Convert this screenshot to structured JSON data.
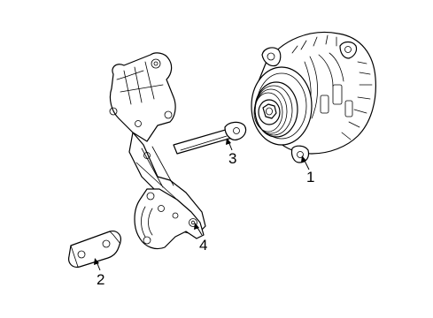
{
  "callouts": [
    {
      "id": "1",
      "label": "1",
      "part": "alternator"
    },
    {
      "id": "2",
      "label": "2",
      "part": "spacer-plate"
    },
    {
      "id": "3",
      "label": "3",
      "part": "adjusting-rod"
    },
    {
      "id": "4",
      "label": "4",
      "part": "mounting-bracket"
    }
  ],
  "colors": {
    "line": "#000000",
    "background": "#ffffff"
  }
}
